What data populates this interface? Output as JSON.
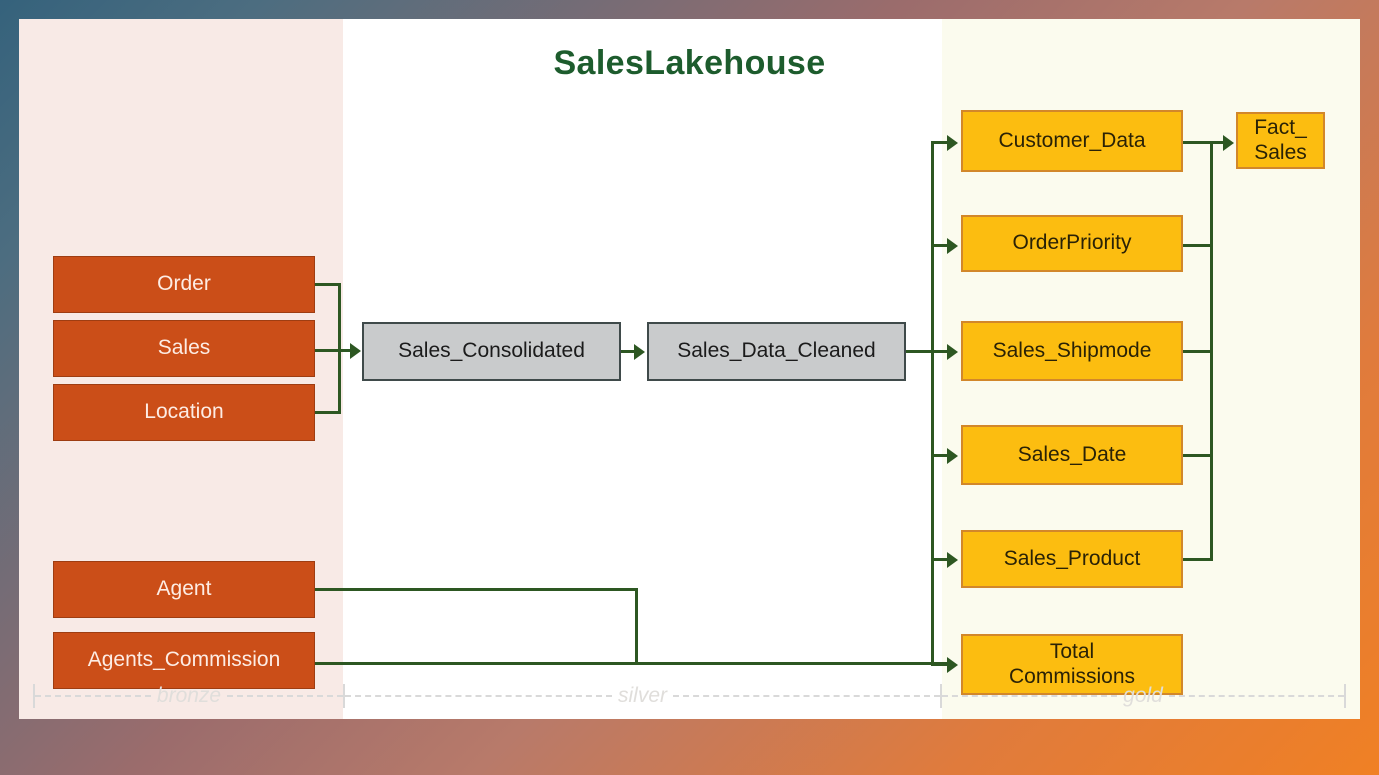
{
  "diagram": {
    "title": "SalesLakehouse",
    "accent_color": "#1d5c2d",
    "edge_color": "#2d5722",
    "zones": [
      {
        "key": "bronze",
        "label": "bronze",
        "bg": "#f8eae6"
      },
      {
        "key": "silver",
        "label": "silver",
        "bg": "#ffffff"
      },
      {
        "key": "gold",
        "label": "gold",
        "bg": "#fbfbee"
      }
    ],
    "bronze_nodes": [
      {
        "id": "order",
        "label": "Order"
      },
      {
        "id": "sales",
        "label": "Sales"
      },
      {
        "id": "location",
        "label": "Location"
      },
      {
        "id": "agent",
        "label": "Agent"
      },
      {
        "id": "agents_commission",
        "label": "Agents_Commission"
      }
    ],
    "silver_nodes": [
      {
        "id": "sales_consolidated",
        "label": "Sales_Consolidated"
      },
      {
        "id": "sales_data_cleaned",
        "label": "Sales_Data_Cleaned"
      }
    ],
    "gold_nodes": [
      {
        "id": "customer_data",
        "label": "Customer_Data"
      },
      {
        "id": "order_priority",
        "label": "OrderPriority"
      },
      {
        "id": "sales_shipmode",
        "label": "Sales_Shipmode"
      },
      {
        "id": "sales_date",
        "label": "Sales_Date"
      },
      {
        "id": "sales_product",
        "label": "Sales_Product"
      },
      {
        "id": "total_commissions_line1",
        "label": "Total"
      },
      {
        "id": "total_commissions_line2",
        "label": "Commissions"
      },
      {
        "id": "fact_sales_line1",
        "label": "Fact_"
      },
      {
        "id": "fact_sales_line2",
        "label": "Sales"
      }
    ],
    "colors": {
      "bronze_fill": "#cb4e18",
      "bronze_border": "#9e3d12",
      "bronze_text": "#fdece4",
      "silver_fill": "#c9cbcc",
      "silver_border": "#3f4a4a",
      "gold_fill": "#fcbd10",
      "gold_border": "#d2872a",
      "frame_start": "#35627c",
      "frame_end": "#f08024"
    }
  }
}
